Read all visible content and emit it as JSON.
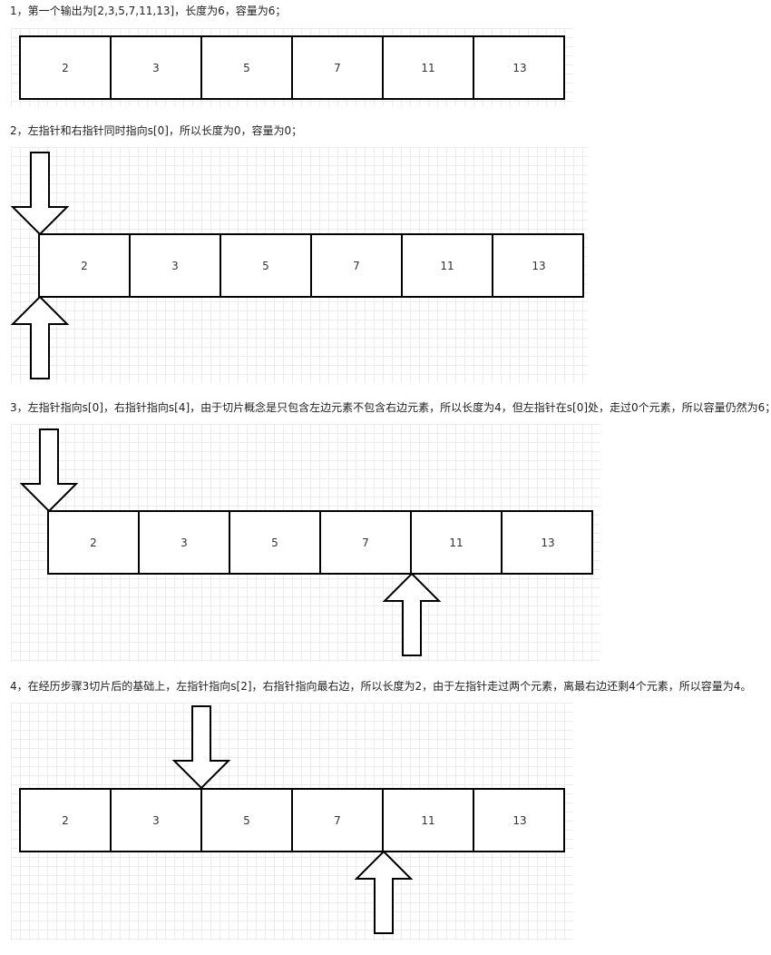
{
  "steps": [
    {
      "text": "1，第一个输出为[2,3,5,7,11,13]，长度为6，容量为6；"
    },
    {
      "text": "2，左指针和右指针同时指向s[0]，所以长度为0，容量为0；"
    },
    {
      "text": "3，左指针指向s[0]，右指针指向s[4]，由于切片概念是只包含左边元素不包含右边元素，所以长度为4，但左指针在s[0]处，走过0个元素，所以容量仍然为6；"
    },
    {
      "text": "4，在经历步骤3切片后的基础上，左指针指向s[2]，右指针指向最右边，所以长度为2，由于左指针走过两个元素，离最右边还剩4个元素，所以容量为4。"
    }
  ],
  "array_values": [
    "2",
    "3",
    "5",
    "7",
    "11",
    "13"
  ],
  "pointers": {
    "step2": {
      "left_index": 0,
      "right_index": 0
    },
    "step3": {
      "left_index": 0,
      "right_index": 4
    },
    "step4": {
      "left_index": 2,
      "right_index": 4
    }
  }
}
